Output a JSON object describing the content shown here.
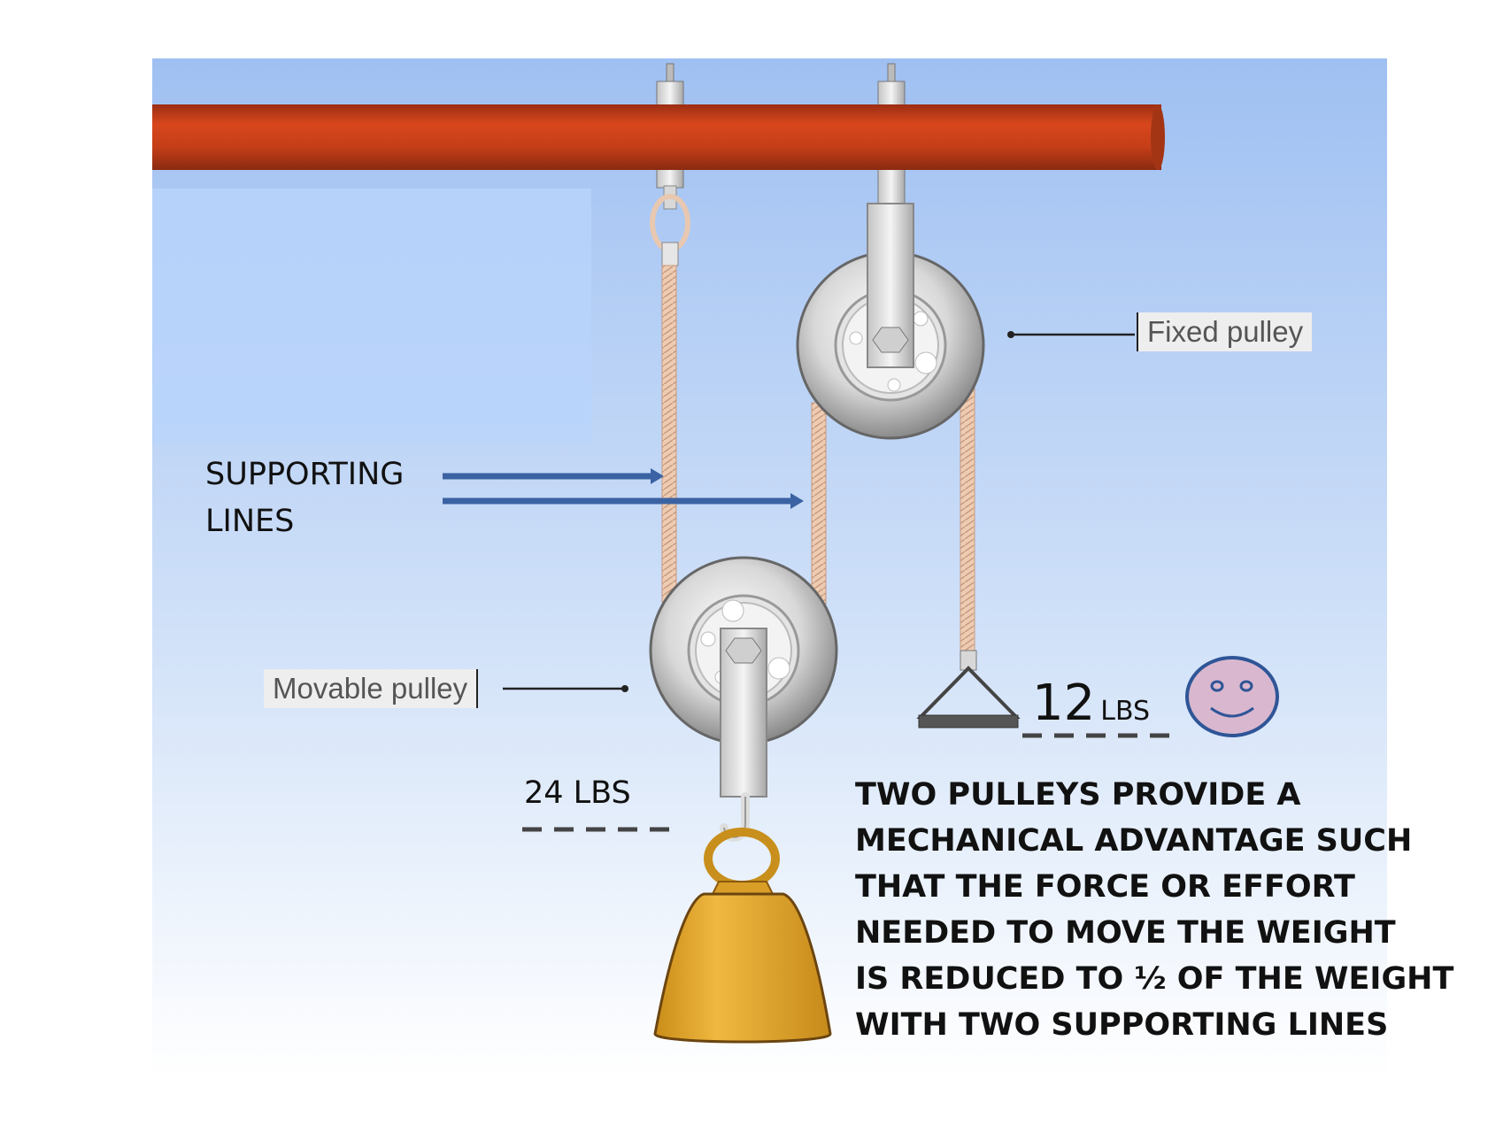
{
  "labels": {
    "supporting_line1": "SUPPORTING",
    "supporting_line2": "LINES",
    "fixed_pulley": "Fixed pulley",
    "movable_pulley": "Movable pulley",
    "weight_load": "24 LBS",
    "effort_value": "12",
    "effort_unit": "LBS"
  },
  "caption_lines": [
    "TWO PULLEYS PROVIDE A",
    "MECHANICAL ADVANTAGE SUCH",
    "THAT THE FORCE OR EFFORT",
    "NEEDED TO MOVE THE WEIGHT",
    "IS REDUCED TO ½ OF THE WEIGHT",
    "WITH TWO SUPPORTING LINES"
  ],
  "colors": {
    "beam": "#c8401a",
    "sky_top": "#a3c4f3",
    "sky_bottom": "#ffffff",
    "arrow": "#3b63a3",
    "rope": "#e8c3a8",
    "weight": "#e2a830",
    "smiley_fill": "#d9b8cf",
    "smiley_outline": "#2f5597"
  }
}
